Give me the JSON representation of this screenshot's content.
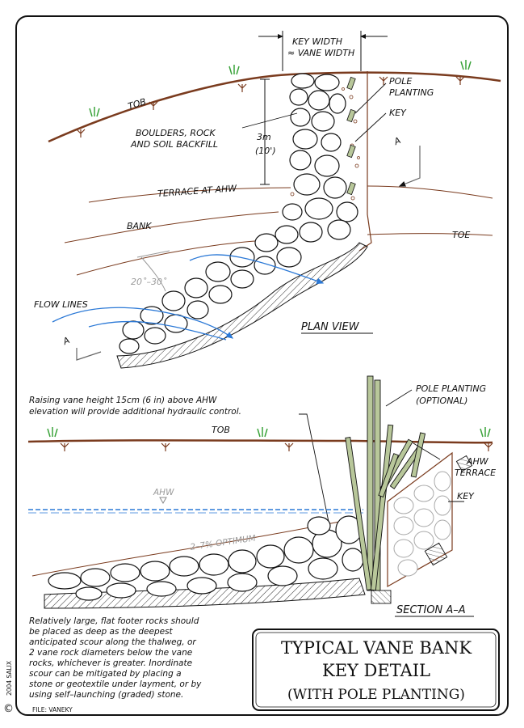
{
  "colors": {
    "ink": "#111111",
    "earth": "#7a3b1e",
    "water": "#2a78d6",
    "pole": "#b8c79a",
    "grass": "#3aa33a",
    "grey_text": "#9a9a9a"
  },
  "plan_view": {
    "key_width": [
      "KEY WIDTH",
      "≈ VANE WIDTH"
    ],
    "tob": "TOB",
    "pole_planting": [
      "POLE",
      "PLANTING"
    ],
    "key": "KEY",
    "boulders": [
      "BOULDERS, ROCK",
      "AND SOIL BACKFILL"
    ],
    "depth": [
      "3m",
      "(10')"
    ],
    "terrace": "TERRACE AT AHW",
    "bank": "BANK",
    "toe": "TOE",
    "angle": "20˚–30˚",
    "flow_lines": "FLOW LINES",
    "section_mark": "A",
    "caption": "PLAN VIEW"
  },
  "section": {
    "note": [
      "Raising vane height 15cm (6 in) above AHW",
      "elevation will provide additional hydraulic control."
    ],
    "pole_planting": [
      "POLE PLANTING",
      "(OPTIONAL)"
    ],
    "tob": "TOB",
    "ahw_terrace": [
      "AHW",
      "TERRACE"
    ],
    "ahw": "AHW",
    "key": "KEY",
    "optimum": "2–7% OPTIMUM",
    "caption": "SECTION A–A"
  },
  "footnote": [
    "Relatively large, flat footer rocks should",
    "be placed as deep as the deepest",
    "anticipated scour along the thalweg, or",
    "2 vane rock diameters below the vane",
    "rocks, whichever is greater.  Inordinate",
    "scour can be mitigated by placing a",
    "stone or geotextile under layment, or by",
    "using self–launching (graded) stone."
  ],
  "file": "FILE: VANEKY",
  "copyright_symbol": "©",
  "copyright_text": "2004  SALIX",
  "title": [
    "TYPICAL VANE BANK",
    "KEY DETAIL",
    "(WITH POLE PLANTING)"
  ]
}
